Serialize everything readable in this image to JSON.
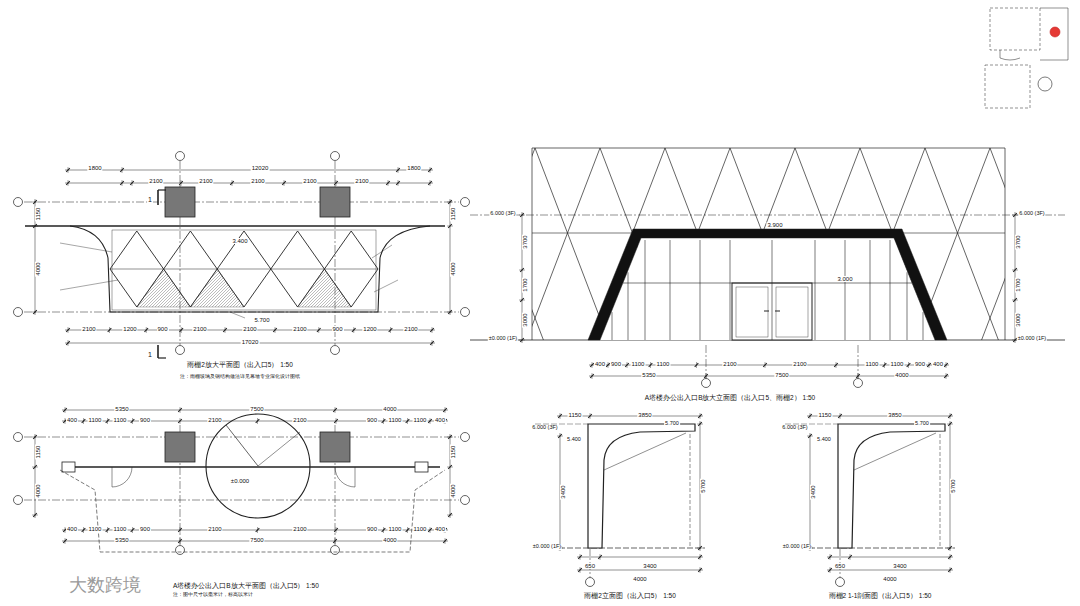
{
  "diagram": {
    "labels": [
      "1800",
      "12020",
      "1800",
      "2100",
      "2100",
      "2100",
      "2100",
      "2100",
      "1150",
      "4000",
      "1150",
      "4000",
      "3.400",
      "5.700",
      "2100",
      "1200",
      "900",
      "2100",
      "2100",
      "2100",
      "900",
      "1200",
      "2100",
      "17020",
      "1",
      "1",
      "雨棚2放大平面图（出入口5） 1:50",
      "注：雨棚玻璃及钢结构做法详见幕墙专业深化设计图纸",
      "6.000 (3F)",
      "6.000 (3F)",
      "±0.000 (1F)",
      "±0.000 (1F)",
      "3700",
      "1700",
      "3000",
      "3700",
      "1700",
      "3000",
      "3.900",
      "3.000",
      "400",
      "900",
      "1100",
      "1100",
      "2100",
      "2100",
      "1100",
      "1100",
      "900",
      "400",
      "5350",
      "7500",
      "4000",
      "A塔楼办公出入口B放大立面图（出入口5、雨棚2） 1:50",
      "5350",
      "7500",
      "4000",
      "400",
      "1100",
      "1100",
      "900",
      "2100",
      "2100",
      "900",
      "1100",
      "1100",
      "400",
      "1150",
      "4000",
      "1150",
      "4000",
      "±0.000",
      "400",
      "1100",
      "1100",
      "900",
      "2100",
      "2100",
      "900",
      "1100",
      "1100",
      "400",
      "5350",
      "7500",
      "4000",
      "A塔楼办公出入口B放大平面图（出入口5） 1:50",
      "注：图中尺寸以毫米计，标高以米计",
      "1150",
      "3850",
      "6.000 (3F)",
      "5.400",
      "5.700",
      "±0.000 (1F)",
      "3400",
      "5700",
      "650",
      "3400",
      "4000",
      "雨棚2立面图（出入口5） 1:50",
      "1150",
      "3850",
      "6.000 (3F)",
      "5.400",
      "5.700",
      "±0.000 (1F)",
      "3400",
      "5700",
      "650",
      "3400",
      "4000",
      "雨棚2 1-1剖面图（出入口5） 1:50",
      "大数跨境"
    ]
  }
}
